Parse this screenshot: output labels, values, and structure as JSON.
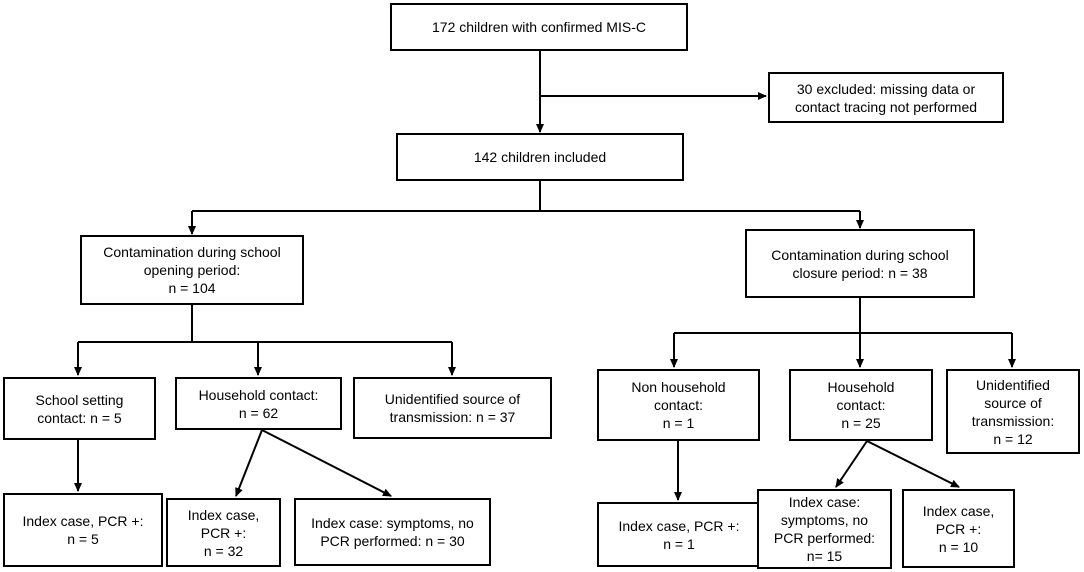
{
  "boxes": {
    "confirmed": [
      "172 children with confirmed MIS-C"
    ],
    "excluded": [
      "30 excluded: missing data or",
      "contact tracing not performed"
    ],
    "included": [
      "142 children included"
    ],
    "opening": [
      "Contamination during school",
      "opening period:",
      "n = 104"
    ],
    "closure": [
      "Contamination during school",
      "closure period: n = 38"
    ],
    "opening_school": [
      "School setting",
      "contact: n = 5"
    ],
    "opening_household": [
      "Household contact:",
      "n = 62"
    ],
    "opening_unidentified": [
      "Unidentified source of",
      "transmission: n = 37"
    ],
    "closure_nonhousehold": [
      "Non household",
      "contact:",
      "n = 1"
    ],
    "closure_household": [
      "Household",
      "contact:",
      "n = 25"
    ],
    "closure_unidentified": [
      "Unidentified",
      "source of",
      "transmission:",
      "n = 12"
    ],
    "opening_school_index": [
      "Index case, PCR +:",
      "n = 5"
    ],
    "opening_household_pcr": [
      "Index case,",
      "PCR +:",
      "n = 32"
    ],
    "opening_household_symptoms": [
      "Index case: symptoms, no",
      "PCR performed: n = 30"
    ],
    "closure_nonhousehold_index": [
      "Index case, PCR +:",
      "n = 1"
    ],
    "closure_household_symptoms": [
      "Index case:",
      "symptoms, no",
      "PCR performed:",
      "n= 15"
    ],
    "closure_household_pcr": [
      "Index case,",
      "PCR +:",
      "n = 10"
    ]
  },
  "colors": {
    "line": "#000000",
    "box_border": "#000000",
    "text": "#000000"
  }
}
